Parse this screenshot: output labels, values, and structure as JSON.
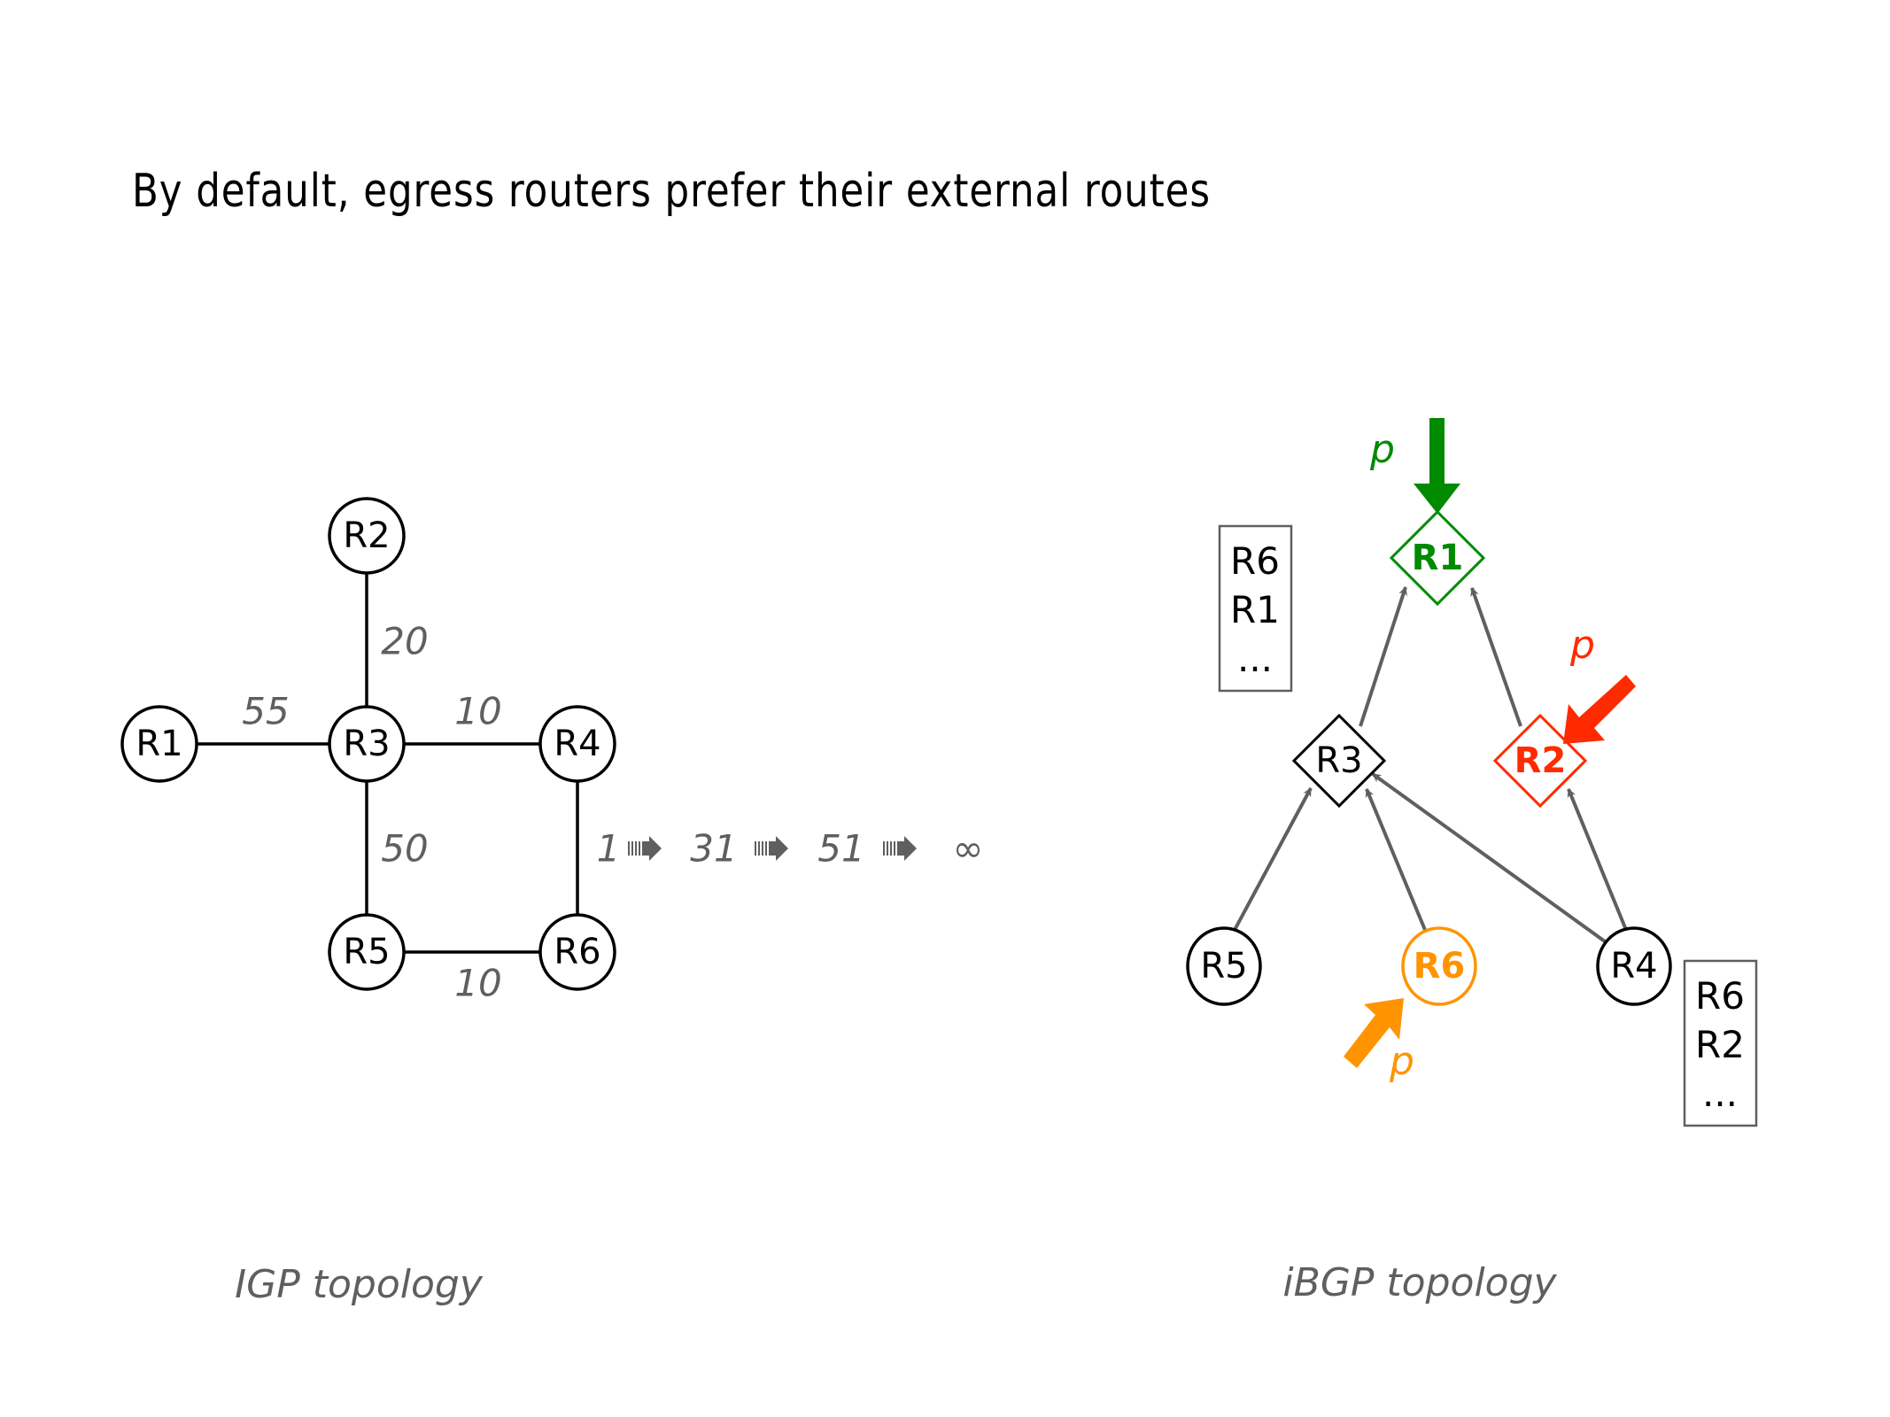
{
  "title": "By default, egress routers prefer their external routes",
  "igp": {
    "caption": "IGP topology",
    "nodes": {
      "R1": "R1",
      "R2": "R2",
      "R3": "R3",
      "R4": "R4",
      "R5": "R5",
      "R6": "R6"
    },
    "links": [
      {
        "from": "R2",
        "to": "R3",
        "weight": "20"
      },
      {
        "from": "R1",
        "to": "R3",
        "weight": "55"
      },
      {
        "from": "R3",
        "to": "R4",
        "weight": "10"
      },
      {
        "from": "R3",
        "to": "R5",
        "weight": "50"
      },
      {
        "from": "R5",
        "to": "R6",
        "weight": "10"
      },
      {
        "from": "R4",
        "to": "R6",
        "weight": "1"
      }
    ],
    "weight_sequence": [
      "1",
      "31",
      "51",
      "∞"
    ]
  },
  "ibgp": {
    "caption": "iBGP topology",
    "route_reflectors": {
      "R1": "R1",
      "R2": "R2",
      "R3": "R3"
    },
    "clients": {
      "R4": "R4",
      "R5": "R5",
      "R6": "R6"
    },
    "prefix_label": "p",
    "colors": {
      "R1": "#008a00",
      "R2": "#ff2a00",
      "R6": "#ff9400",
      "edge": "#5f5f5f"
    },
    "sessions": [
      {
        "client": "R3",
        "reflector": "R1"
      },
      {
        "client": "R2",
        "reflector": "R1"
      },
      {
        "client": "R5",
        "reflector": "R3"
      },
      {
        "client": "R6",
        "reflector": "R3"
      },
      {
        "client": "R4",
        "reflector": "R3"
      },
      {
        "client": "R4",
        "reflector": "R2"
      }
    ],
    "preference_boxes": [
      {
        "attached_to": "R3",
        "entries": [
          "R6",
          "R1",
          "..."
        ]
      },
      {
        "attached_to": "R4",
        "entries": [
          "R6",
          "R2",
          "..."
        ]
      }
    ]
  }
}
